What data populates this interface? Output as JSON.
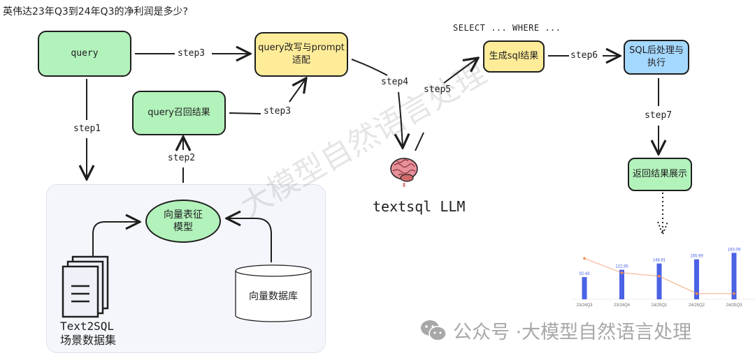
{
  "question": "英伟达23年Q3到24年Q3的净利润是多少?",
  "nodes": {
    "query": "query",
    "rewrite": "query改写与prompt\n适配",
    "recall": "query召回结果",
    "gen_sql": "生成sql结果",
    "post": "SQL后处理与\n执行",
    "display": "返回结果展示",
    "embed_model": "向量表征\n模型",
    "vector_db": "向量数据库",
    "dataset_line1": "Text2SQL",
    "dataset_line2": "场景数据集",
    "llm": "textsql LLM"
  },
  "sql_hint": "SELECT ... WHERE ...",
  "steps": {
    "step1": "step1",
    "step2": "step2",
    "step3a": "step3",
    "step3b": "step3",
    "step4": "step4",
    "step5": "step5",
    "step6": "step6",
    "step7": "step7"
  },
  "icons": {
    "brain": "brain-icon",
    "documents": "document-stack-icon",
    "database": "cylinder-database-icon",
    "wechat": "wechat-icon"
  },
  "colors": {
    "green": "#b2f2bb",
    "yellow": "#ffec99",
    "blue": "#a5d8ff",
    "bar": "#4b62e6",
    "line": "#f08a4b"
  },
  "watermark": "大模型自然语言处理",
  "footer": {
    "prefix": "公众号 · ",
    "name": "大模型自然语言处理"
  },
  "chart_data": {
    "type": "bar",
    "title": "",
    "xlabel": "",
    "ylabel": "",
    "categories": [
      "23/24Q3",
      "23/24Q4",
      "24/25Q1",
      "24/25Q2",
      "24/25Q3"
    ],
    "series": [
      {
        "name": "net_profit",
        "type": "bar",
        "values": [
          92.43,
          122.85,
          148.81,
          165.99,
          193.09
        ]
      },
      {
        "name": "growth_line",
        "type": "line",
        "values": [
          0.85,
          0.55,
          0.48,
          0.12,
          0.12
        ]
      }
    ],
    "ylim": [
      0,
      200
    ],
    "grid": false,
    "legend": "none"
  }
}
